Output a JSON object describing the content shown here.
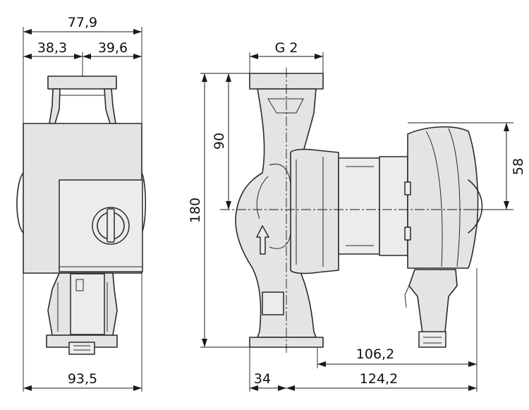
{
  "dimensions": {
    "width_overall": "77,9",
    "width_left": "38,3",
    "width_right": "39,6",
    "connection": "G 2",
    "height_half": "90",
    "height_total": "180",
    "motor_half": "58",
    "depth_to_axis": "106,2",
    "offset": "34",
    "depth_total": "124,2",
    "width_bottom": "93,5"
  }
}
